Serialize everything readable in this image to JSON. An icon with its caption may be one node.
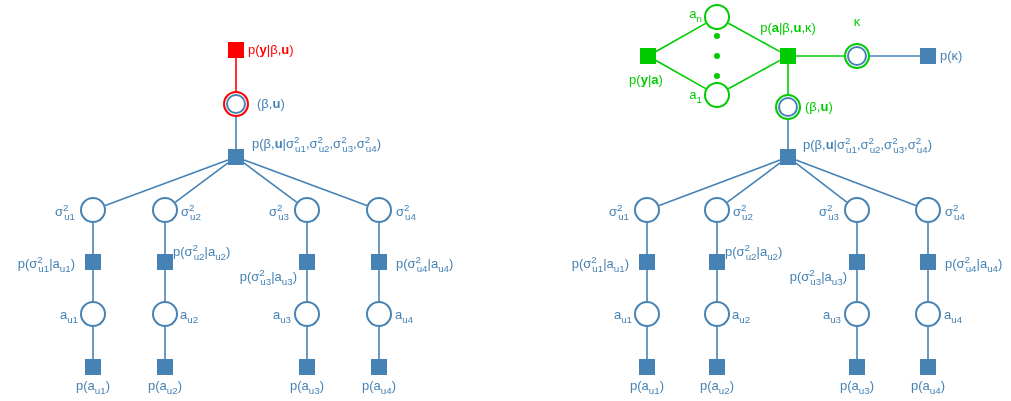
{
  "diagram": {
    "nodes": [
      {
        "text": [],
        "shape": "box",
        "beside": [
          "p(**y**|β,**u**)"
        ]
      },
      {
        "text": [],
        "shape": "circle",
        "beside": [
          "(β,**u**)"
        ]
      },
      {
        "text": [],
        "shape": "box",
        "beside": [
          "p(β,**u**|σ$^{2}$$_{u1}$,σ$^{2}$$_{u2}$,σ$^{2}$$_{u3}$,σ$^{2}$$_{u4}$)"
        ]
      },
      {
        "text": [],
        "shape": "circle",
        "beside": [
          "σ$^{2}$$_{u1}$"
        ]
      },
      {
        "text": [],
        "shape": "circle",
        "beside": [
          "σ$^{2}$$_{u2}$"
        ]
      },
      {
        "text": [],
        "shape": "circle",
        "beside": [
          "σ$^{2}$$_{u3}$"
        ]
      },
      {
        "text": [],
        "shape": "circle",
        "beside": [
          "σ$^{2}$$_{u4}$"
        ]
      },
      {
        "text": [],
        "shape": "box",
        "beside": [
          "p(σ$^{2}$$_{u1}$|a$_{u1}$)"
        ]
      },
      {
        "text": [],
        "shape": "box",
        "beside": [
          "p(σ$^{2}$$_{u2}$|a$_{u2}$)"
        ]
      },
      {
        "text": [],
        "shape": "box",
        "beside": [
          "p(σ$^{2}$$_{u3}$|a$_{u3}$)"
        ]
      },
      {
        "text": [],
        "shape": "box",
        "beside": [
          "p(σ$^{2}$$_{u4}$|a$_{u4}$)"
        ]
      },
      {
        "text": [],
        "shape": "circle",
        "beside": [
          "a$_{u1}$"
        ]
      },
      {
        "text": [],
        "shape": "circle",
        "beside": [
          "a$_{u2}$"
        ]
      },
      {
        "text": [],
        "shape": "circle",
        "beside": [
          "a$_{u3}$"
        ]
      },
      {
        "text": [],
        "shape": "circle",
        "beside": [
          "a$_{u4}$"
        ]
      },
      {
        "text": [],
        "shape": "box",
        "beside": [
          "p(a$_{u1}$)"
        ]
      },
      {
        "text": [],
        "shape": "box",
        "beside": [
          "p(a$_{u2}$)"
        ]
      },
      {
        "text": [],
        "shape": "box",
        "beside": [
          "p(a$_{u3}$)"
        ]
      },
      {
        "text": [],
        "shape": "box",
        "beside": [
          "p(a$_{u4}$)"
        ]
      },
      {
        "text": [],
        "shape": "box",
        "beside": [
          "p(**y**|**a**)"
        ]
      },
      {
        "text": [],
        "shape": "circle",
        "beside": [
          "a$_{n}$"
        ]
      },
      {
        "text": [],
        "shape": "circle",
        "beside": [
          "a$_{1}$"
        ]
      },
      {
        "text": [],
        "shape": "box",
        "beside": [
          "p(**a**|β,**u**,κ)"
        ]
      },
      {
        "text": [],
        "shape": "circle",
        "beside": [
          "κ"
        ]
      },
      {
        "text": [],
        "shape": "box",
        "beside": [
          "p(κ)"
        ]
      },
      {
        "text": [],
        "shape": "circle",
        "beside": [
          "(β,**u**)"
        ]
      },
      {
        "text": [],
        "shape": "box",
        "beside": [
          "p(β,**u**|σ$^{2}$$_{u1}$,σ$^{2}$$_{u2}$,σ$^{2}$$_{u3}$,σ$^{2}$$_{u4}$)"
        ]
      },
      {
        "text": [],
        "shape": "circle",
        "beside": [
          "σ$^{2}$$_{u1}$"
        ]
      },
      {
        "text": [],
        "shape": "circle",
        "beside": [
          "σ$^{2}$$_{u2}$"
        ]
      },
      {
        "text": [],
        "shape": "circle",
        "beside": [
          "σ$^{2}$$_{u3}$"
        ]
      },
      {
        "text": [],
        "shape": "circle",
        "beside": [
          "σ$^{2}$$_{u4}$"
        ]
      },
      {
        "text": [],
        "shape": "box",
        "beside": [
          "p(σ$^{2}$$_{u1}$|a$_{u1}$)"
        ]
      },
      {
        "text": [],
        "shape": "box",
        "beside": [
          "p(σ$^{2}$$_{u2}$|a$_{u2}$)"
        ]
      },
      {
        "text": [],
        "shape": "box",
        "beside": [
          "p(σ$^{2}$$_{u3}$|a$_{u3}$)"
        ]
      },
      {
        "text": [],
        "shape": "box",
        "beside": [
          "p(σ$^{2}$$_{u4}$|a$_{u4}$)"
        ]
      },
      {
        "text": [],
        "shape": "circle",
        "beside": [
          "a$_{u1}$"
        ]
      },
      {
        "text": [],
        "shape": "circle",
        "beside": [
          "a$_{u2}$"
        ]
      },
      {
        "text": [],
        "shape": "circle",
        "beside": [
          "a$_{u3}$"
        ]
      },
      {
        "text": [],
        "shape": "circle",
        "beside": [
          "a$_{u4}$"
        ]
      },
      {
        "text": [],
        "shape": "box",
        "beside": [
          "p(a$_{u1}$)"
        ]
      },
      {
        "text": [],
        "shape": "box",
        "beside": [
          "p(a$_{u2}$)"
        ]
      },
      {
        "text": [],
        "shape": "box",
        "beside": [
          "p(a$_{u3}$)"
        ]
      },
      {
        "text": [],
        "shape": "box",
        "beside": [
          "p(a$_{u4}$)"
        ]
      }
    ],
    "edges": [
      {
        "from": 0,
        "to": 1,
        "arrow": "none",
        "color": "#ff0000"
      },
      {
        "from": 1,
        "to": 2,
        "arrow": "none"
      },
      {
        "from": 2,
        "to": 3,
        "arrow": "none"
      },
      {
        "from": 2,
        "to": 4,
        "arrow": "none"
      },
      {
        "from": 2,
        "to": 5,
        "arrow": "none"
      },
      {
        "from": 2,
        "to": 6,
        "arrow": "none"
      },
      {
        "from": 3,
        "to": 7,
        "arrow": "none"
      },
      {
        "from": 4,
        "to": 8,
        "arrow": "none"
      },
      {
        "from": 5,
        "to": 9,
        "arrow": "none"
      },
      {
        "from": 6,
        "to": 10,
        "arrow": "none"
      },
      {
        "from": 7,
        "to": 11,
        "arrow": "none"
      },
      {
        "from": 8,
        "to": 12,
        "arrow": "none"
      },
      {
        "from": 9,
        "to": 13,
        "arrow": "none"
      },
      {
        "from": 10,
        "to": 14,
        "arrow": "none"
      },
      {
        "from": 11,
        "to": 15,
        "arrow": "none"
      },
      {
        "from": 12,
        "to": 16,
        "arrow": "none"
      },
      {
        "from": 13,
        "to": 17,
        "arrow": "none"
      },
      {
        "from": 14,
        "to": 18,
        "arrow": "none"
      },
      {
        "from": 19,
        "to": 20,
        "arrow": "none",
        "color": "#00cc00"
      },
      {
        "from": 19,
        "to": 21,
        "arrow": "none",
        "color": "#00cc00"
      },
      {
        "from": 20,
        "to": 22,
        "arrow": "none",
        "color": "#00cc00"
      },
      {
        "from": 21,
        "to": 22,
        "arrow": "none",
        "color": "#00cc00"
      },
      {
        "from": 22,
        "to": 23,
        "arrow": "none",
        "color": "#00cc00"
      },
      {
        "from": 23,
        "to": 24,
        "arrow": "none"
      },
      {
        "from": 22,
        "to": 25,
        "arrow": "none",
        "color": "#00cc00"
      },
      {
        "from": 25,
        "to": 26,
        "arrow": "none"
      },
      {
        "from": 26,
        "to": 27,
        "arrow": "none"
      },
      {
        "from": 26,
        "to": 28,
        "arrow": "none"
      },
      {
        "from": 26,
        "to": 29,
        "arrow": "none"
      },
      {
        "from": 26,
        "to": 30,
        "arrow": "none"
      },
      {
        "from": 27,
        "to": 31,
        "arrow": "none"
      },
      {
        "from": 28,
        "to": 32,
        "arrow": "none"
      },
      {
        "from": 29,
        "to": 33,
        "arrow": "none"
      },
      {
        "from": 30,
        "to": 34,
        "arrow": "none"
      },
      {
        "from": 31,
        "to": 35,
        "arrow": "none"
      },
      {
        "from": 32,
        "to": 36,
        "arrow": "none"
      },
      {
        "from": 33,
        "to": 37,
        "arrow": "none"
      },
      {
        "from": 34,
        "to": 38,
        "arrow": "none"
      },
      {
        "from": 35,
        "to": 39,
        "arrow": "none"
      },
      {
        "from": 36,
        "to": 40,
        "arrow": "none"
      },
      {
        "from": 37,
        "to": 41,
        "arrow": "none"
      },
      {
        "from": 38,
        "to": 42,
        "arrow": "none"
      }
    ]
  }
}
